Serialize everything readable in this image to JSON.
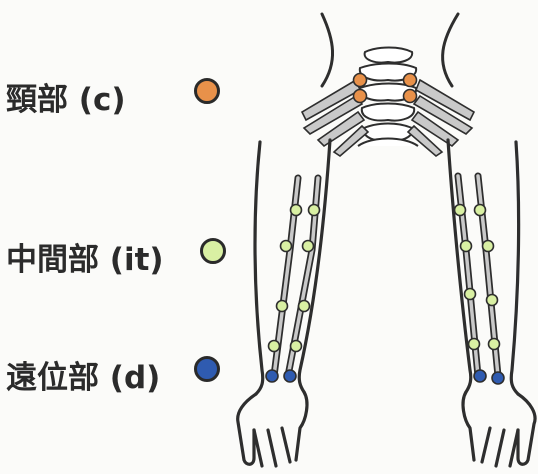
{
  "legend": {
    "cervical": {
      "label": "頸部 (c)",
      "color": "#e8914a"
    },
    "intermediate": {
      "label": "中間部 (it)",
      "color": "#d9f0a3"
    },
    "distal": {
      "label": "遠位部 (d)",
      "color": "#2f5bb0"
    }
  },
  "colors": {
    "outline": "#2e2e2e",
    "nerve_fill": "#c9c9c9",
    "background": "#fbfbf9"
  }
}
